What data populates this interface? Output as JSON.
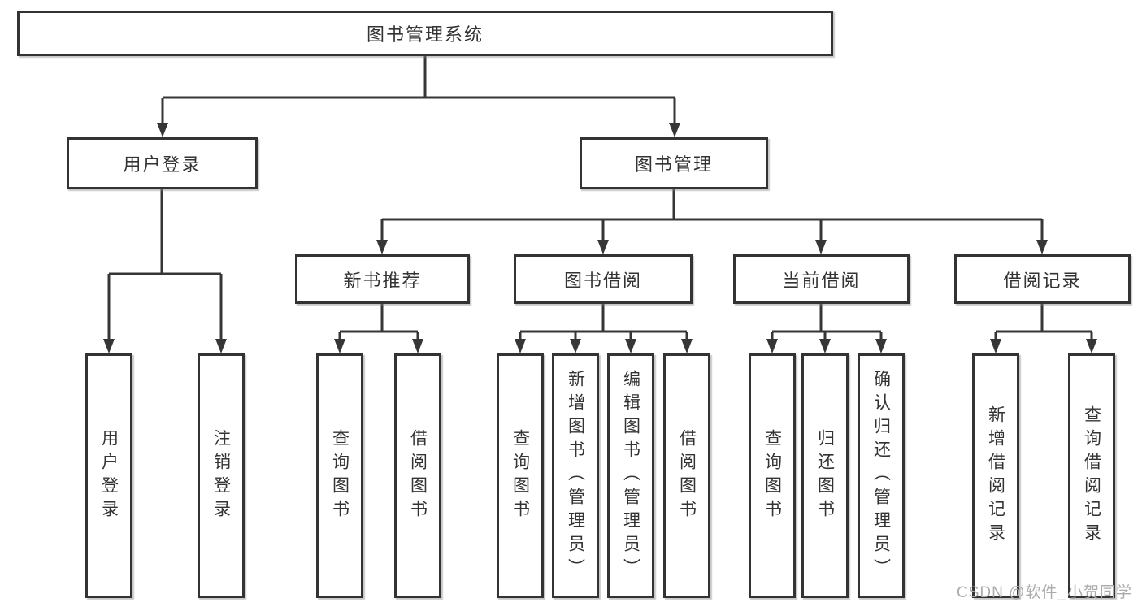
{
  "diagram": {
    "root": {
      "label": "图书管理系统"
    },
    "login": {
      "label": "用户登录",
      "children": [
        {
          "label": "用户登录"
        },
        {
          "label": "注销登录"
        }
      ]
    },
    "management": {
      "label": "图书管理",
      "sections": [
        {
          "label": "新书推荐",
          "children": [
            {
              "label": "查询图书"
            },
            {
              "label": "借阅图书"
            }
          ]
        },
        {
          "label": "图书借阅",
          "children": [
            {
              "label": "查询图书"
            },
            {
              "label": "新增图书（管理员）"
            },
            {
              "label": "编辑图书（管理员）"
            },
            {
              "label": "借阅图书"
            }
          ]
        },
        {
          "label": "当前借阅",
          "children": [
            {
              "label": "查询图书"
            },
            {
              "label": "归还图书"
            },
            {
              "label": "确认归还（管理员）"
            }
          ]
        },
        {
          "label": "借阅记录",
          "children": [
            {
              "label": "新增借阅记录"
            },
            {
              "label": "查询借阅记录"
            }
          ]
        }
      ]
    }
  },
  "watermark": {
    "text": "CSDN @软件_小贺同学"
  },
  "colors": {
    "background": "#ffffff",
    "box_border": "#333333",
    "connector": "#363636",
    "text": "#333333",
    "watermark_text": "#ababab"
  }
}
